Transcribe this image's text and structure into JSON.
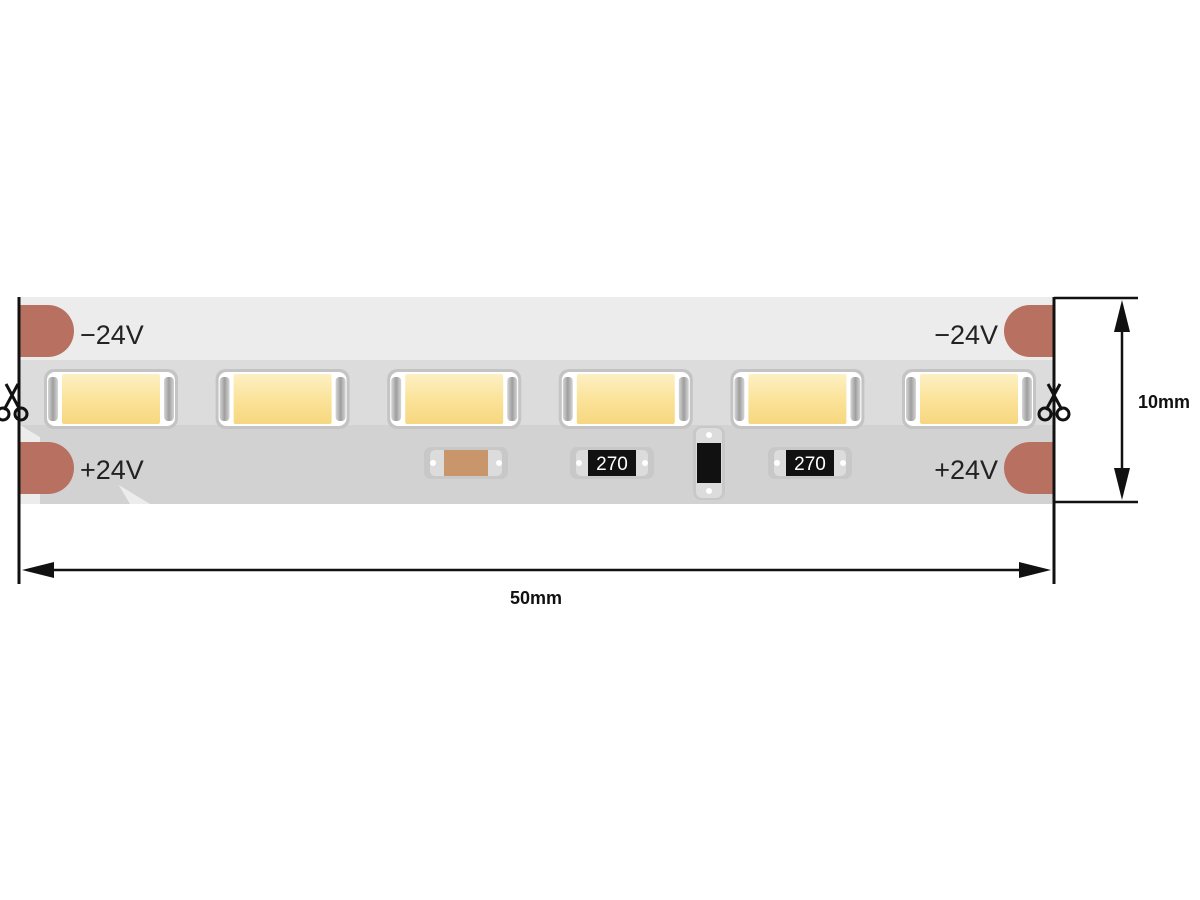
{
  "colors": {
    "strip": "#eaeaea",
    "strip_shadow": "#d0d0d0",
    "pad": "#b87161",
    "led_face": "#fbe39a",
    "led_body": "#ffffff",
    "led_end": "#b4b4b4",
    "resistor_body": "#111111",
    "fuse_body": "#c9956a",
    "dimension_line": "#111111"
  },
  "pads": {
    "left_top_label": "−24V",
    "left_bottom_label": "+24V",
    "right_top_label": "−24V",
    "right_bottom_label": "+24V"
  },
  "leds": {
    "count": 6
  },
  "components": {
    "resistor_1_label": "270",
    "resistor_2_label": "270"
  },
  "dimensions": {
    "width_label": "50mm",
    "height_label": "10mm"
  },
  "icons": {
    "cut_mark_left": "scissors-icon",
    "cut_mark_right": "scissors-icon"
  }
}
